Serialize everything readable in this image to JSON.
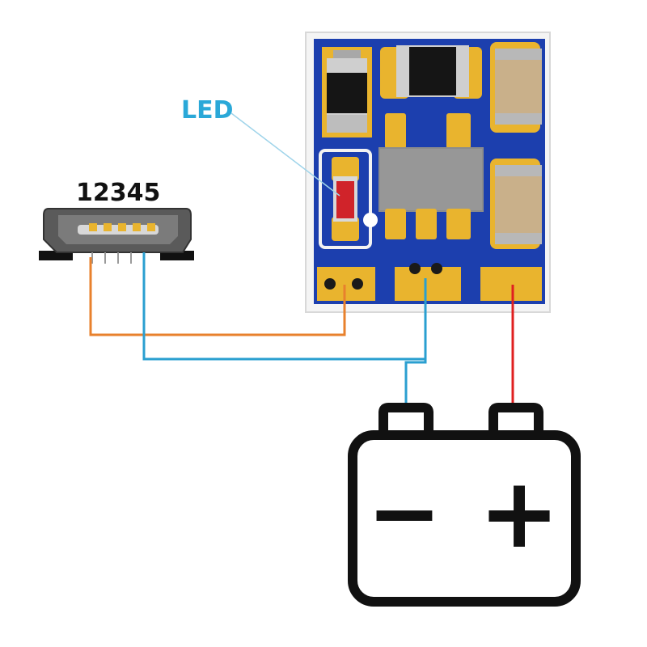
{
  "labels": {
    "led": "LED",
    "usb_pins": "12345"
  },
  "battery": {
    "negative_symbol": "−",
    "positive_symbol": "+"
  },
  "components": {
    "board": "pcb-board",
    "connector": "micro-usb-connector",
    "battery": "battery"
  },
  "colors": {
    "board_blue": "#1c3fae",
    "pad_gold": "#e9b42e",
    "led_red": "#d0232a",
    "label_blue": "#2aa8d8",
    "wire_orange": "#e8812d",
    "wire_blue": "#2a9fd0",
    "wire_red": "#e02020",
    "battery_black": "#111111",
    "chip_gray": "#8c8c8c",
    "cap_tan": "#c9b08a"
  },
  "icons": {
    "battery": "battery-icon",
    "usb": "micro-usb-icon",
    "led": "led-icon"
  }
}
